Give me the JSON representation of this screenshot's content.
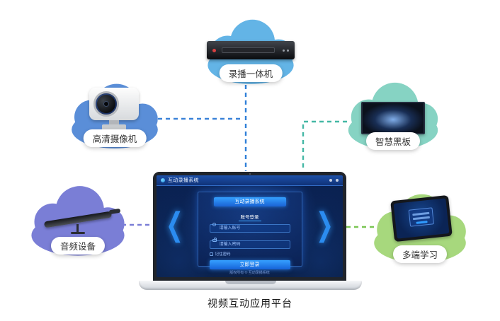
{
  "caption": "视频互动应用平台",
  "clouds": {
    "recorder": {
      "label": "录播一体机",
      "color": "#63b4e6"
    },
    "camera": {
      "label": "高清摄像机",
      "color": "#5a8ed8"
    },
    "blackboard": {
      "label": "智慧黑板",
      "color": "#86d3c3"
    },
    "audio": {
      "label": "音频设备",
      "color": "#7a7ed6"
    },
    "tablet": {
      "label": "多端学习",
      "color": "#a7d87d"
    }
  },
  "laptop": {
    "navbar": {
      "brand": "互动录播系统"
    },
    "login": {
      "title": "互动录播系统",
      "tab_account": "账号登录",
      "username_placeholder": "请输入账号",
      "password_placeholder": "请输入密码",
      "remember": "记住密码",
      "button": "立即登录"
    },
    "footer": "版权所有 © 互动录播系统"
  },
  "icons": {
    "arrow_left": "❮",
    "arrow_right": "❯"
  },
  "connector_colors": {
    "top": "#2f7fd8",
    "camera": "#3b82d8",
    "blackboard": "#45b8a5",
    "audio": "#7a7ed6",
    "tablet": "#7bc653"
  }
}
